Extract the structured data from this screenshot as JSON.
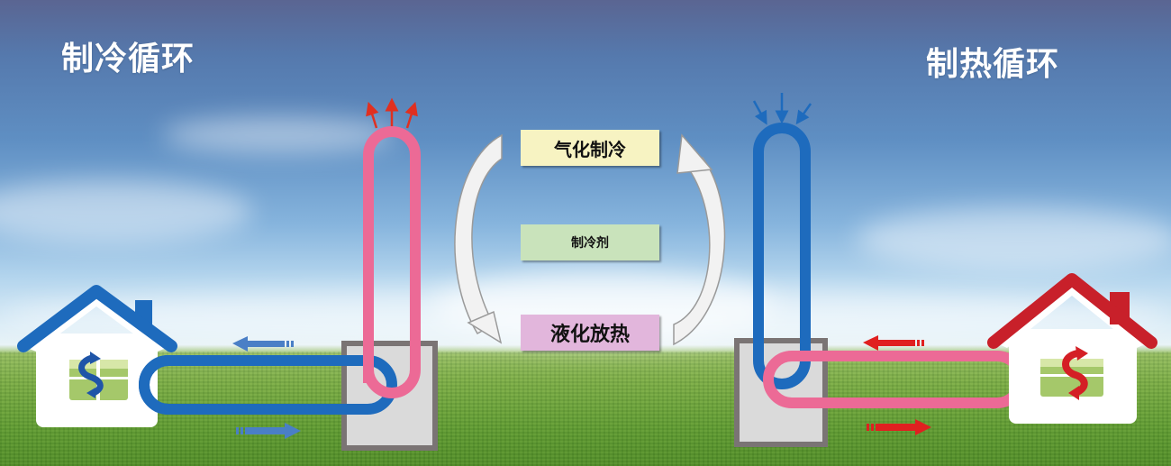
{
  "titles": {
    "cooling_cycle": "制冷循环",
    "heating_cycle": "制热循环"
  },
  "cycle_labels": {
    "vaporization": "气化制冷",
    "refrigerant": "制冷剂",
    "liquefaction": "液化放热"
  },
  "colors": {
    "cold_pipe": "#1e6bbd",
    "hot_pipe": "#ec6a96",
    "cool_house_roof": "#1e6bbd",
    "heat_house_roof": "#c8202a",
    "heat_arrow": "#e03020",
    "cold_arrow": "#1e6bbd",
    "unit_box_fill": "#d9d9d9",
    "unit_box_border": "#7a7474",
    "vapor_box": "#f7f3c2",
    "refrigerant_box": "#c9e3bb",
    "liquid_box": "#e2b6dc"
  },
  "icons": {
    "left_house": "house-cooling-icon",
    "right_house": "house-heating-icon",
    "left_cycle_arrows": "circulation-arrows-blue-icon",
    "right_cycle_arrows": "circulation-arrows-red-icon",
    "left_top_arrows": "heat-release-arrows-icon",
    "right_top_arrows": "heat-absorb-arrows-icon"
  }
}
